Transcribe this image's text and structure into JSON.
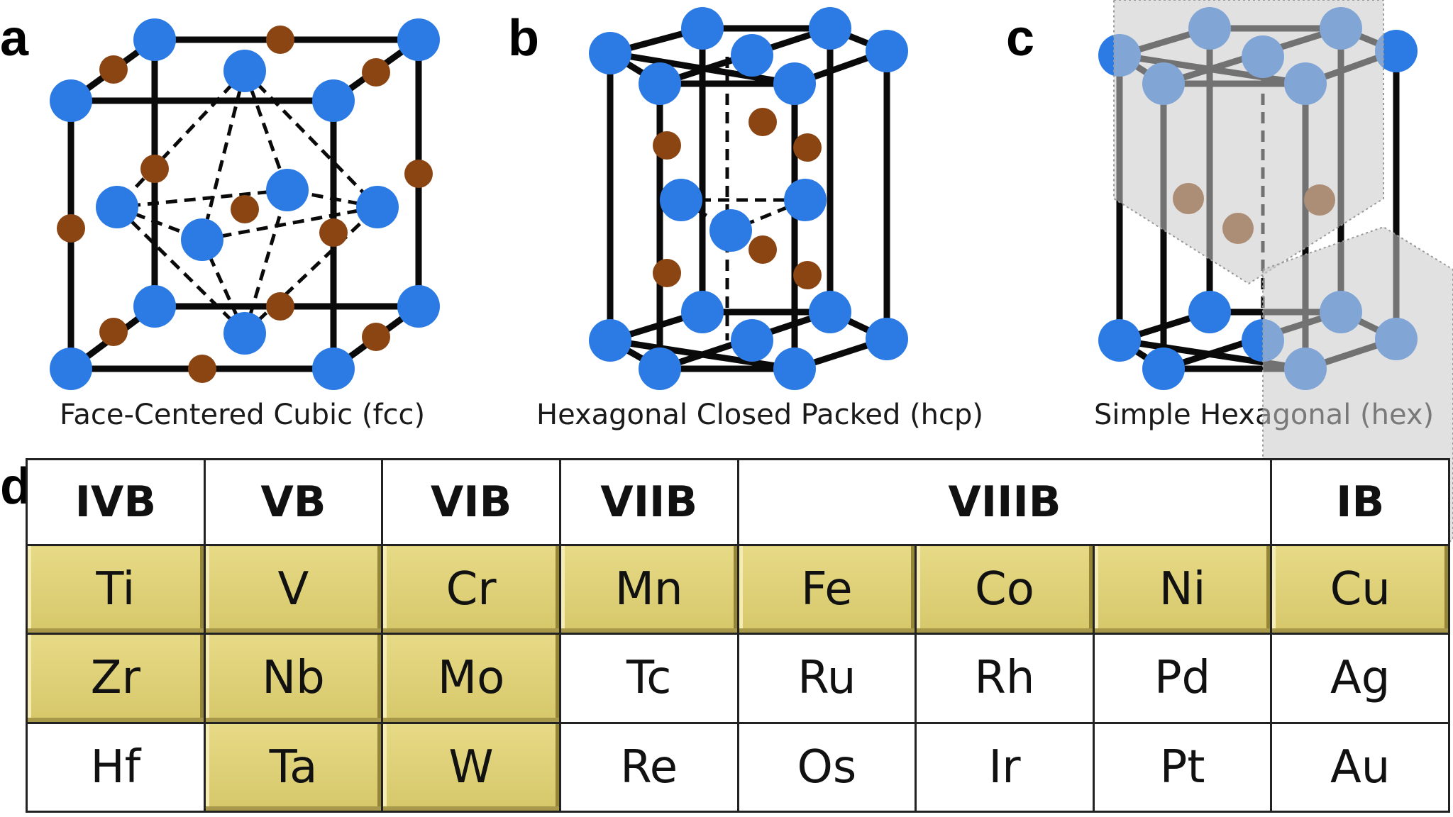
{
  "panels": {
    "a": {
      "letter": "a",
      "caption": "Face-Centered Cubic (fcc)"
    },
    "b": {
      "letter": "b",
      "caption": "Hexagonal Closed Packed (hcp)"
    },
    "c": {
      "letter": "c",
      "caption": "Simple Hexagonal (hex)"
    },
    "d": {
      "letter": "d"
    }
  },
  "colors": {
    "metal_atom": "#2c7be5",
    "nonmetal_atom": "#8b4513",
    "highlight": "#dccd74",
    "edge": "#0a0a0a"
  },
  "table": {
    "groups": [
      {
        "label": "IVB",
        "span": 1
      },
      {
        "label": "VB",
        "span": 1
      },
      {
        "label": "VIB",
        "span": 1
      },
      {
        "label": "VIIB",
        "span": 1
      },
      {
        "label": "VIIIB",
        "span": 3
      },
      {
        "label": "IB",
        "span": 1
      }
    ],
    "rows": [
      [
        {
          "symbol": "Ti",
          "highlighted": true
        },
        {
          "symbol": "V",
          "highlighted": true
        },
        {
          "symbol": "Cr",
          "highlighted": true
        },
        {
          "symbol": "Mn",
          "highlighted": true
        },
        {
          "symbol": "Fe",
          "highlighted": true
        },
        {
          "symbol": "Co",
          "highlighted": true
        },
        {
          "symbol": "Ni",
          "highlighted": true
        },
        {
          "symbol": "Cu",
          "highlighted": true
        }
      ],
      [
        {
          "symbol": "Zr",
          "highlighted": true
        },
        {
          "symbol": "Nb",
          "highlighted": true
        },
        {
          "symbol": "Mo",
          "highlighted": true
        },
        {
          "symbol": "Tc",
          "highlighted": false
        },
        {
          "symbol": "Ru",
          "highlighted": false
        },
        {
          "symbol": "Rh",
          "highlighted": false
        },
        {
          "symbol": "Pd",
          "highlighted": false
        },
        {
          "symbol": "Ag",
          "highlighted": false
        }
      ],
      [
        {
          "symbol": "Hf",
          "highlighted": false
        },
        {
          "symbol": "Ta",
          "highlighted": true
        },
        {
          "symbol": "W",
          "highlighted": true
        },
        {
          "symbol": "Re",
          "highlighted": false
        },
        {
          "symbol": "Os",
          "highlighted": false
        },
        {
          "symbol": "Ir",
          "highlighted": false
        },
        {
          "symbol": "Pt",
          "highlighted": false
        },
        {
          "symbol": "Au",
          "highlighted": false
        }
      ]
    ]
  }
}
